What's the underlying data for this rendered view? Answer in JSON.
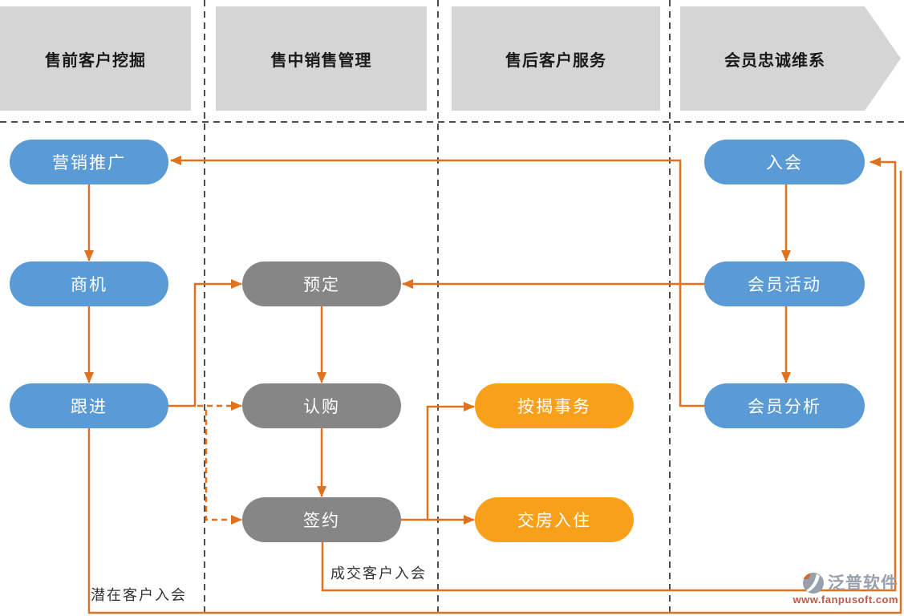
{
  "stages": [
    "售前客户挖掘",
    "售中销售管理",
    "售后客户服务",
    "会员忠诚维系"
  ],
  "nodes": {
    "marketing": "营销推广",
    "opportunity": "商机",
    "followup": "跟进",
    "reserve": "预定",
    "subscribe": "认购",
    "sign": "签约",
    "mortgage": "按揭事务",
    "movein": "交房入住",
    "join": "入会",
    "member_activity": "会员活动",
    "member_analysis": "会员分析"
  },
  "annotations": {
    "potential": "潜在客户入会",
    "deal": "成交客户入会"
  },
  "logo": {
    "name": "泛普软件",
    "url": "www.fanpusoft.com"
  },
  "colors": {
    "blue": "#5B9BD5",
    "gray": "#868686",
    "orange": "#F9A01B",
    "line": "#E0711F",
    "band": "#D5D5D5",
    "divider": "#4D4D4D",
    "header_text": "#1A1A1A",
    "annotation": "#333333",
    "logo_gray": "#98A0AC",
    "logo_red": "#C05A49"
  }
}
